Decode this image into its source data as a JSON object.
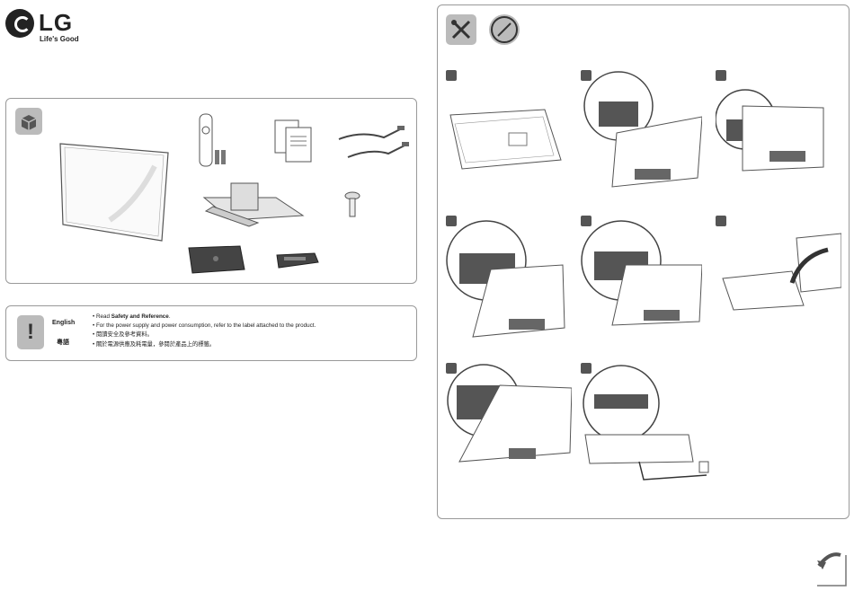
{
  "brand": {
    "name": "LG",
    "tagline": "Life's Good"
  },
  "notice": {
    "lang_en": "English",
    "lang_yue": "粵語",
    "line1_prefix": "• Read ",
    "line1_bold": "Safety and Reference",
    "line1_suffix": ".",
    "line2": "• For the power supply and power consumption, refer to the label attached to the product.",
    "line3": "• 閱讀安全及參考資料。",
    "line4": "• 關於電源供應及耗電量，參閱於產品上的標籤。"
  },
  "icons": {
    "contents": "open-box-icon",
    "warning": "exclamation-icon",
    "tools": "screwdriver-wrench-icon",
    "no_wet_cloth": "no-cloth-icon",
    "page_turn": "page-turn-icon"
  },
  "colors": {
    "icon_bg": "#bbbbbb",
    "line": "#555555",
    "panel_border": "#999999"
  }
}
